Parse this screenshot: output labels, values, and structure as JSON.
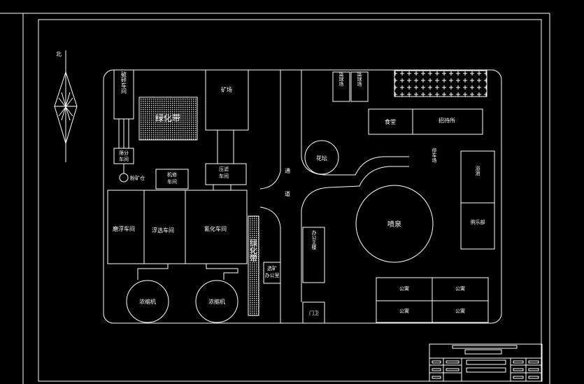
{
  "compass": {
    "north_label": "北"
  },
  "buildings": {
    "crushing": "破碎车间",
    "screening": "筛分车间",
    "ore_storage": "粉矿仓",
    "repair": "机修车间",
    "ore_yard": "矿场",
    "filter_press": "压滤车间",
    "grinding": "磨浮车间",
    "flotation": "浮选车间",
    "cyanidation": "氰化车间",
    "thickener_1": "浓缩机",
    "thickener_2": "浓缩机",
    "court_1": "篮球场",
    "court_2": "篮球场",
    "canteen": "食堂",
    "guesthouse": "招待所",
    "flower_bed": "花坛",
    "parking": "停车场",
    "bath": "浴池",
    "club": "俱乐部",
    "fountain": "喷泉",
    "office_main": "办公主楼",
    "office_mill": "选矿办公室",
    "gate": "门卫",
    "apt_1": "公寓",
    "apt_2": "公寓",
    "apt_3": "公寓",
    "apt_4": "公寓",
    "greenbelt_1": "绿化带",
    "greenbelt_2": "绿化带",
    "road_1": "通",
    "road_2": "道"
  }
}
